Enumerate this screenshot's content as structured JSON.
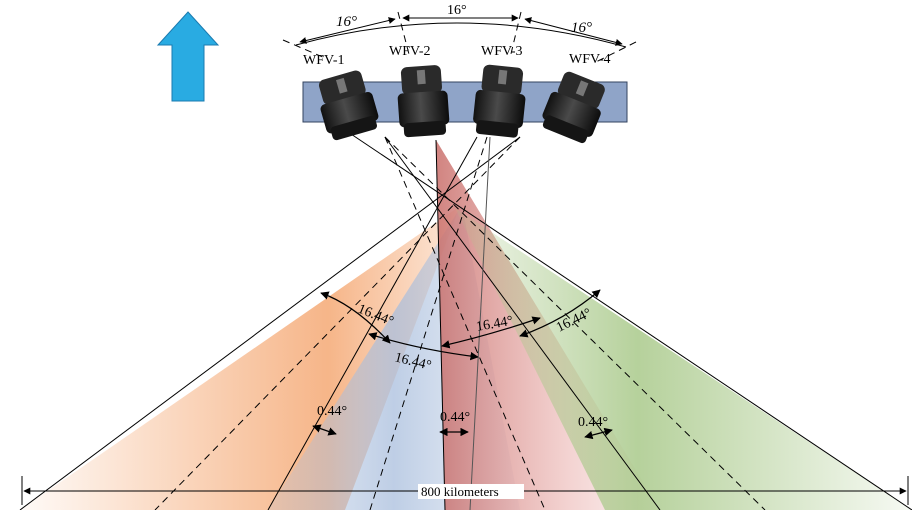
{
  "cameras": [
    {
      "id": "WFV-1",
      "label": "WFV-1"
    },
    {
      "id": "WFV-2",
      "label": "WFV-2"
    },
    {
      "id": "WFV-3",
      "label": "WFV-3"
    },
    {
      "id": "WFV-4",
      "label": "WFV-4"
    }
  ],
  "camera_separation_angles": [
    "16°",
    "16°",
    "16°"
  ],
  "field_of_view_angles": [
    "16.44°",
    "16.44°",
    "16.44°",
    "16.44°"
  ],
  "overlap_angles": [
    "0.44°",
    "0.44°",
    "0.44°"
  ],
  "swath": {
    "label": "800 kilometers"
  },
  "colors": {
    "arrow": "#29ABE2",
    "platform": "#8FA4C8",
    "fov1": "#F4A36B",
    "fov2": "#A9BEDD",
    "fov3": "#D9827E",
    "fov4": "#A9C98A"
  }
}
